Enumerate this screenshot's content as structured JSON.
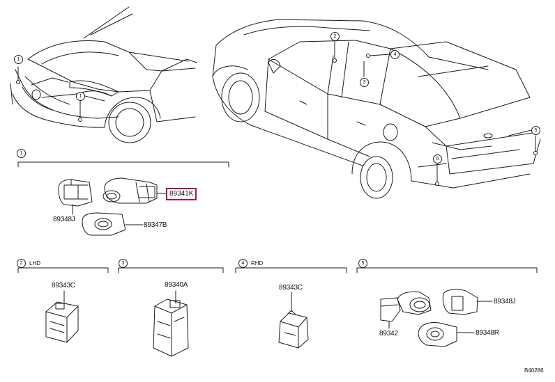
{
  "callouts": {
    "c1a": "1",
    "c1b": "1",
    "c2": "2",
    "c3": "3",
    "c4": "4",
    "c5a": "5",
    "c5b": "5",
    "s1": "1",
    "s2": "2",
    "s3": "3",
    "s4": "4",
    "s5": "5"
  },
  "sections": {
    "s2_note": "LHD",
    "s4_note": "RHD"
  },
  "parts": {
    "p1_main": "89341K",
    "p1_clip": "89348J",
    "p1_bracket": "89347B",
    "p2": "89343C",
    "p3": "89340A",
    "p4": "89343C",
    "p5_sensor": "89342",
    "p5_clip": "89348J",
    "p5_bracket": "89348R"
  },
  "footer_code": "B40286",
  "colors": {
    "highlight": "#a3193b",
    "line": "#1a1a1a"
  }
}
